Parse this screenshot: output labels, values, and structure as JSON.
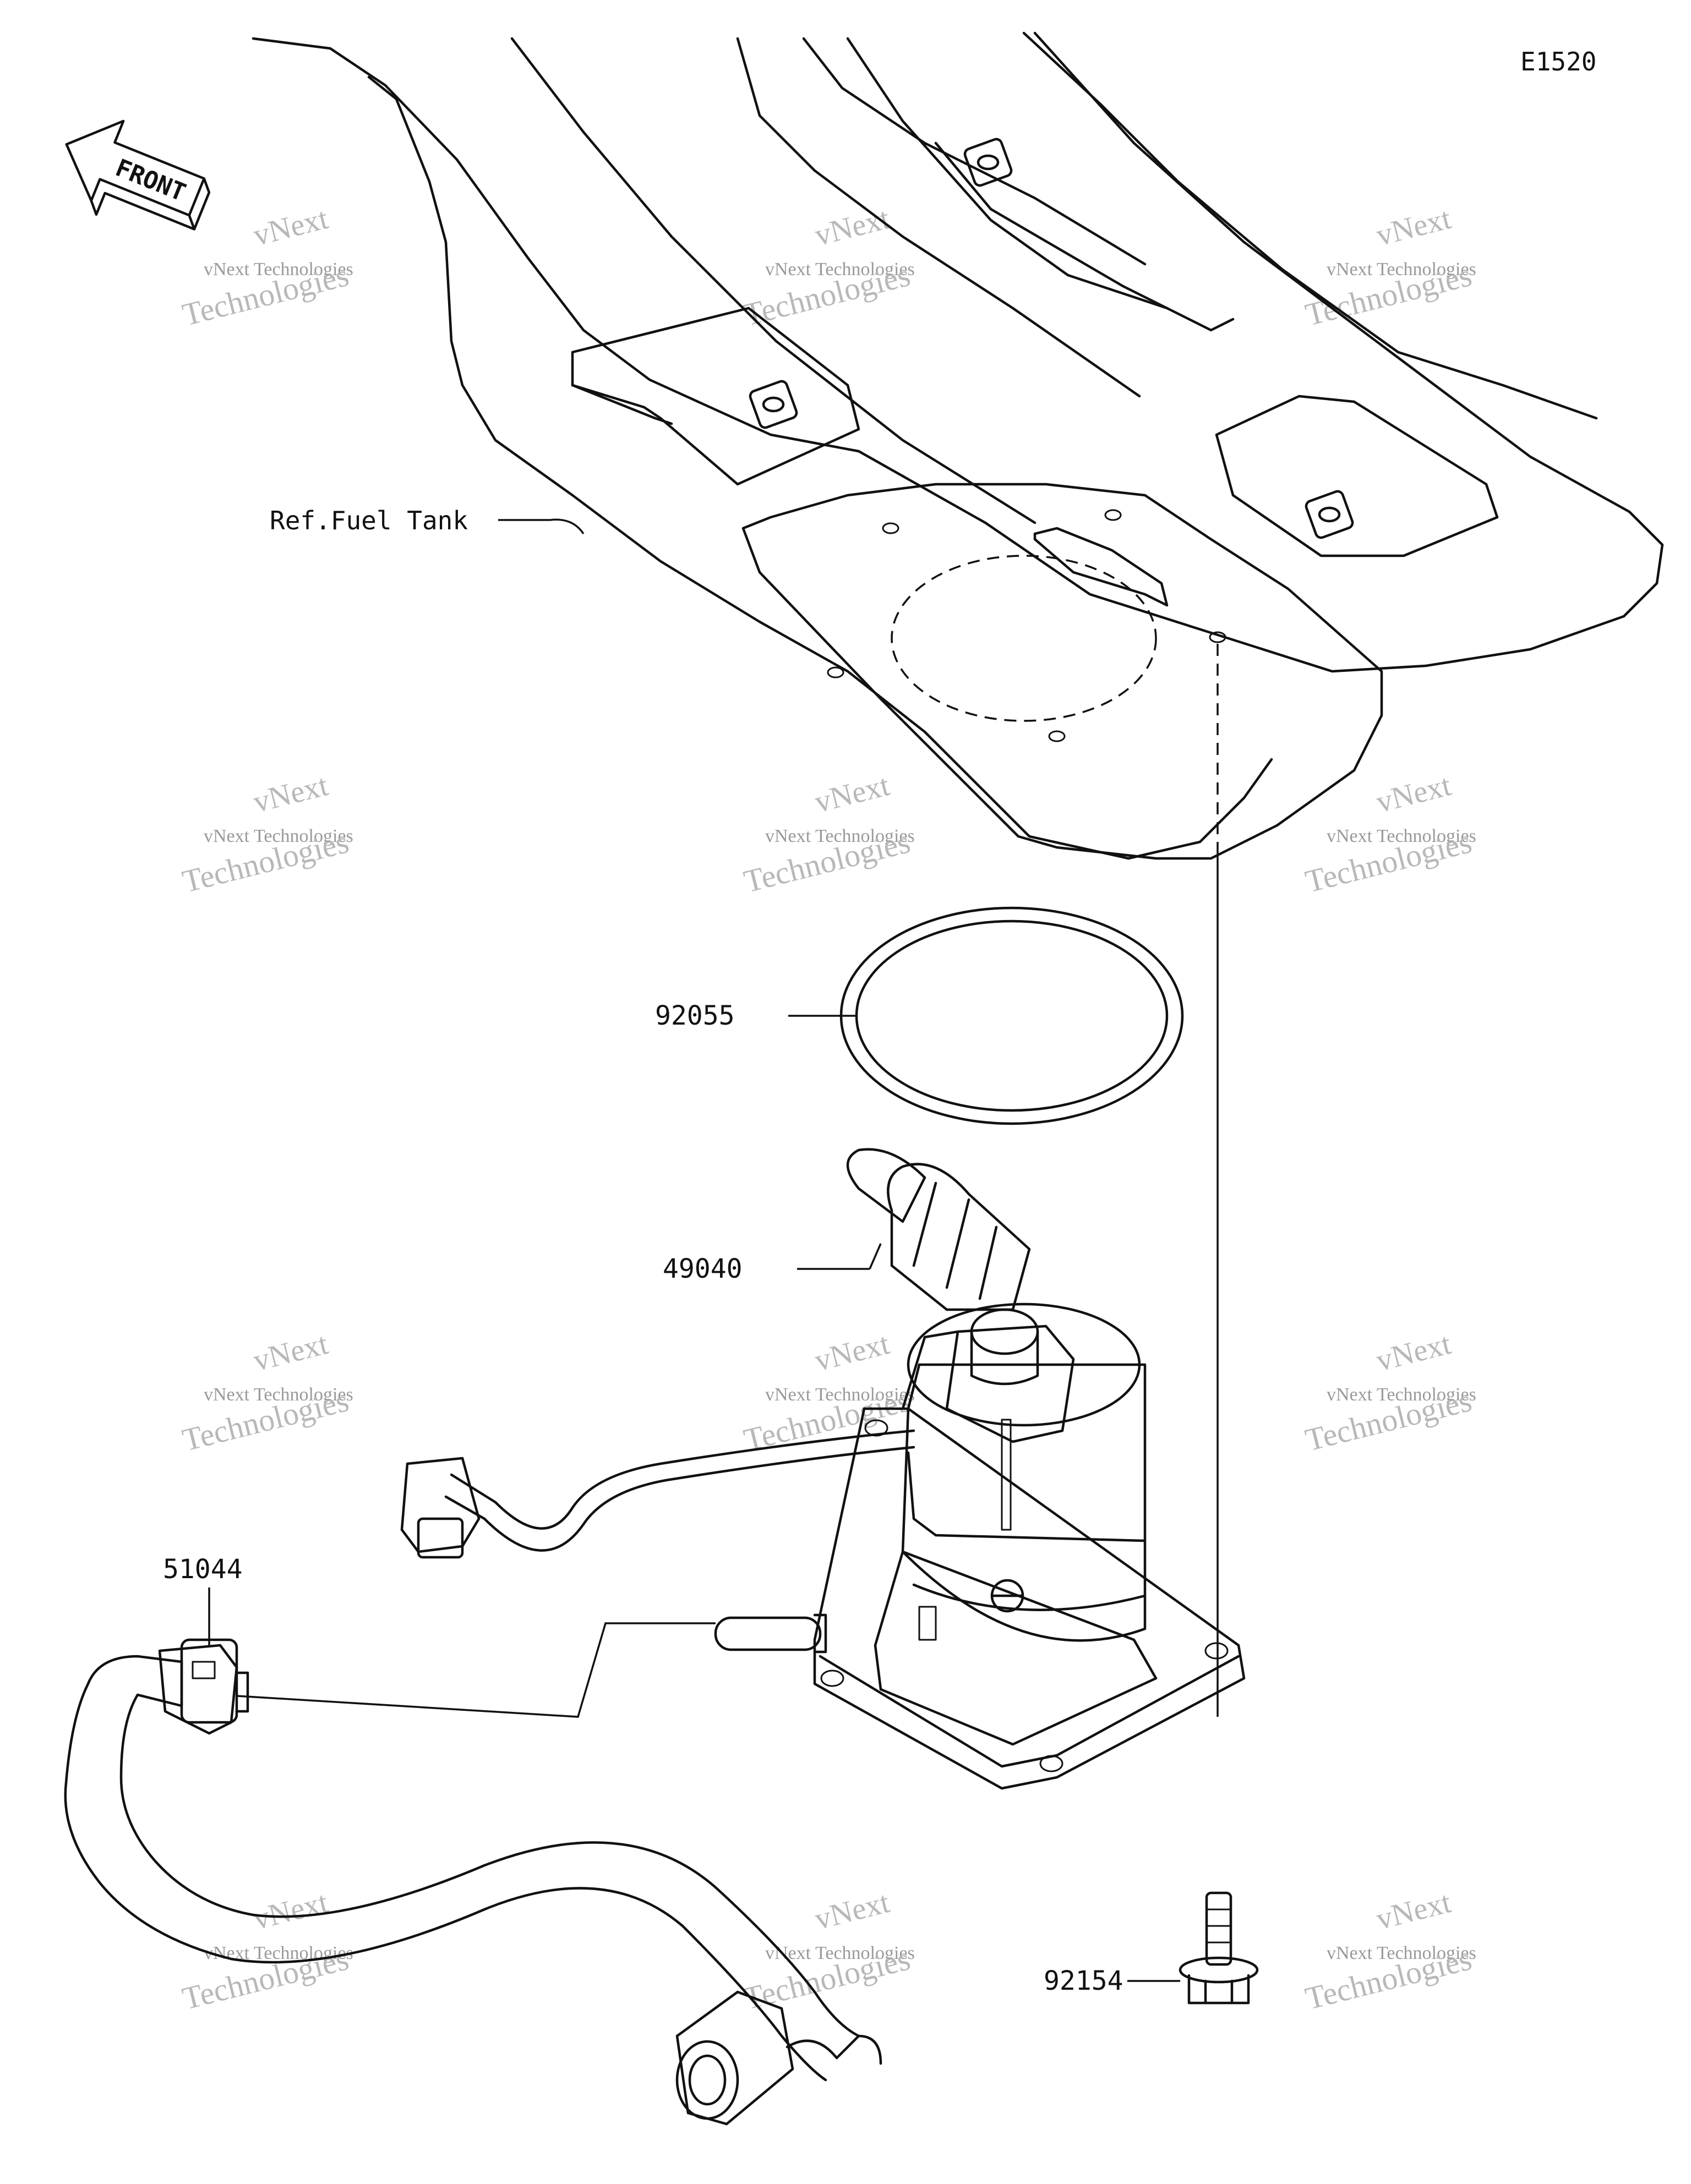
{
  "diagram": {
    "code": "E1520",
    "front_label": "FRONT",
    "ref_label": "Ref.Fuel Tank",
    "parts": [
      {
        "number": "92055"
      },
      {
        "number": "49040"
      },
      {
        "number": "51044"
      },
      {
        "number": "92154"
      }
    ]
  },
  "watermark": {
    "brand": "vNext",
    "line1": "vNext Technologies",
    "line2": "Technologies"
  }
}
